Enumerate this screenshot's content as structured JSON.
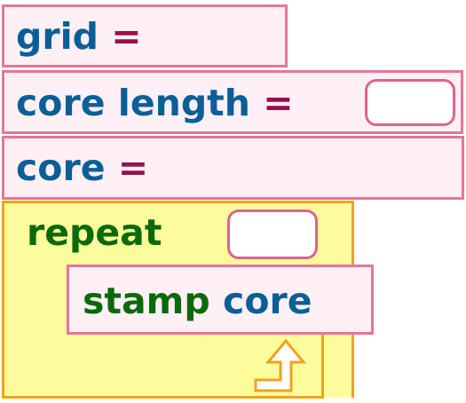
{
  "blocks": {
    "grid": {
      "name": "grid",
      "op": "="
    },
    "core_length": {
      "name": "core length",
      "op": "="
    },
    "core": {
      "name": "core",
      "op": "="
    },
    "repeat": {
      "keyword": "repeat",
      "body": {
        "verb": "stamp",
        "target": "core"
      }
    }
  },
  "colors": {
    "variable_text": "#0a5f97",
    "operator_text": "#98104a",
    "keyword_text": "#0a6a0a",
    "block_fill": "#fff0f5",
    "block_border": "#e8739b",
    "repeat_fill": "#fdfc9c",
    "repeat_border": "#f1a21c"
  },
  "icons": {
    "loop": "loop-return-arrow-icon"
  }
}
